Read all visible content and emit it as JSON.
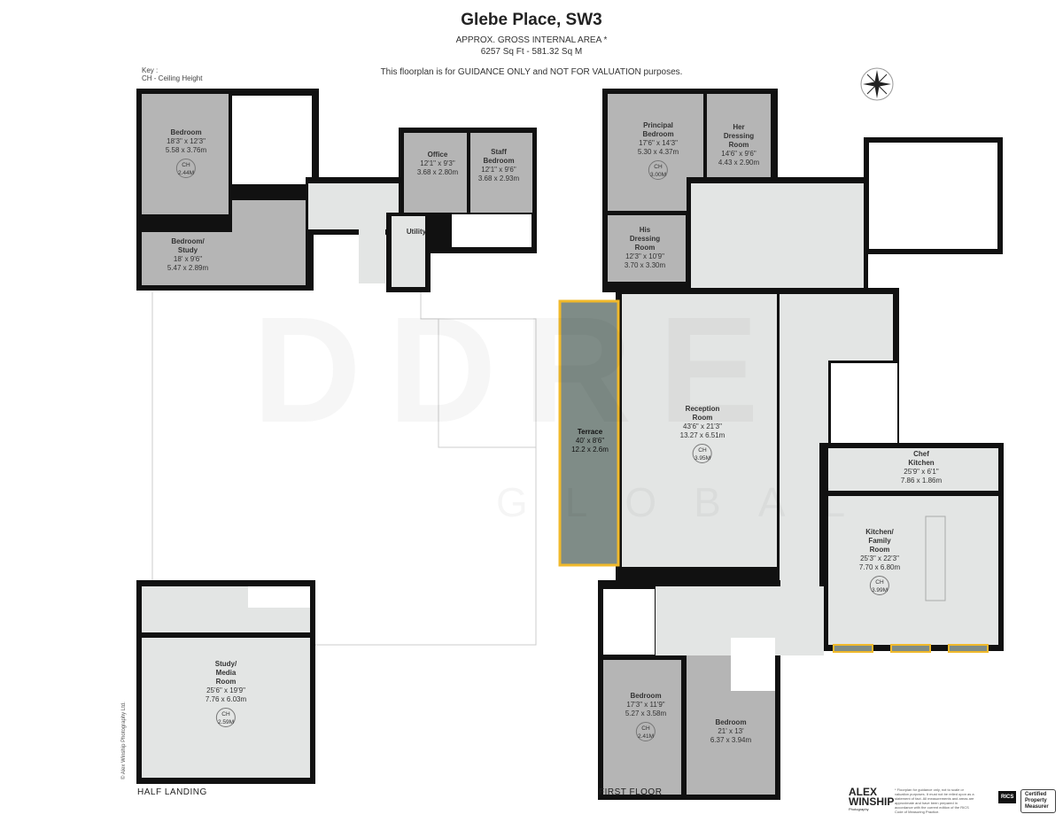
{
  "header": {
    "title": "Glebe Place, SW3",
    "area_label": "APPROX. GROSS INTERNAL  AREA *",
    "area_value": "6257 Sq Ft  -  581.32 Sq M",
    "guidance": "This floorplan is for GUIDANCE ONLY and NOT FOR VALUATION purposes."
  },
  "key": {
    "title": "Key :",
    "ch": "CH - Ceiling Height"
  },
  "watermark": {
    "main": "DDRE",
    "sub": "GLOBAL"
  },
  "floors": {
    "half_landing": "HALF LANDING",
    "first_floor": "FIRST FLOOR"
  },
  "ch_label": "CH",
  "rooms": {
    "bedroom_a": {
      "name": "Bedroom",
      "imperial": "18'3\" x 12'3\"",
      "metric": "5.58 x 3.76m",
      "ch": "2.44M"
    },
    "bedroom_study": {
      "name": "Bedroom/\nStudy",
      "imperial": "18' x 9'6\"",
      "metric": "5.47 x 2.89m"
    },
    "office": {
      "name": "Office",
      "imperial": "12'1\" x 9'3\"",
      "metric": "3.68 x 2.80m"
    },
    "staff_bedroom": {
      "name": "Staff\nBedroom",
      "imperial": "12'1\" x 9'6\"",
      "metric": "3.68 x 2.93m"
    },
    "utility": {
      "name": "Utility"
    },
    "study_media": {
      "name": "Study/\nMedia\nRoom",
      "imperial": "25'6\" x 19'9\"",
      "metric": "7.76 x 6.03m",
      "ch": "2.59M"
    },
    "principal_bedroom": {
      "name": "Principal\nBedroom",
      "imperial": "17'6\" x 14'3\"",
      "metric": "5.30 x 4.37m",
      "ch": "3.00M"
    },
    "her_dressing": {
      "name": "Her\nDressing\nRoom",
      "imperial": "14'6\" x 9'6\"",
      "metric": "4.43 x 2.90m"
    },
    "his_dressing": {
      "name": "His\nDressing\nRoom",
      "imperial": "12'3\" x 10'9\"",
      "metric": "3.70 x 3.30m"
    },
    "terrace": {
      "name": "Terrace",
      "imperial": "40' x 8'6\"",
      "metric": "12.2 x 2.6m"
    },
    "reception": {
      "name": "Reception\nRoom",
      "imperial": "43'6\" x 21'3\"",
      "metric": "13.27 x 6.51m",
      "ch": "3.95M"
    },
    "chef_kitchen": {
      "name": "Chef\nKitchen",
      "imperial": "25'9\" x 6'1\"",
      "metric": "7.86 x 1.86m"
    },
    "kitchen_family": {
      "name": "Kitchen/\nFamily\nRoom",
      "imperial": "25'3\" x 22'3\"",
      "metric": "7.70 x 6.80m",
      "ch": "3.99M"
    },
    "bedroom_b": {
      "name": "Bedroom",
      "imperial": "17'3\" x 11'9\"",
      "metric": "5.27 x 3.58m",
      "ch": "2.41M"
    },
    "bedroom_c": {
      "name": "Bedroom",
      "imperial": "21' x 13'",
      "metric": "6.37 x 3.94m"
    }
  },
  "footer": {
    "copyright": "© Alex Winship Photography Ltd.",
    "brand_line1": "ALEX",
    "brand_line2": "WINSHIP",
    "brand_sub": "Photography",
    "disclaimer": "* Floorplan for guidance only, not to scale or valuation purposes. It must not be relied upon as a statement of fact. All measurements and areas are approximate and have been prepared in accordance with the current edition of the RICS Code of Measuring Practice.",
    "rics": "RICS",
    "certified": "Certified Property Measurer"
  },
  "colors": {
    "wall": "#111111",
    "room_dark": "#b5b5b5",
    "room_light": "#e3e5e4",
    "terrace": "#7f8c87",
    "terrace_border": "#f0b92b"
  }
}
